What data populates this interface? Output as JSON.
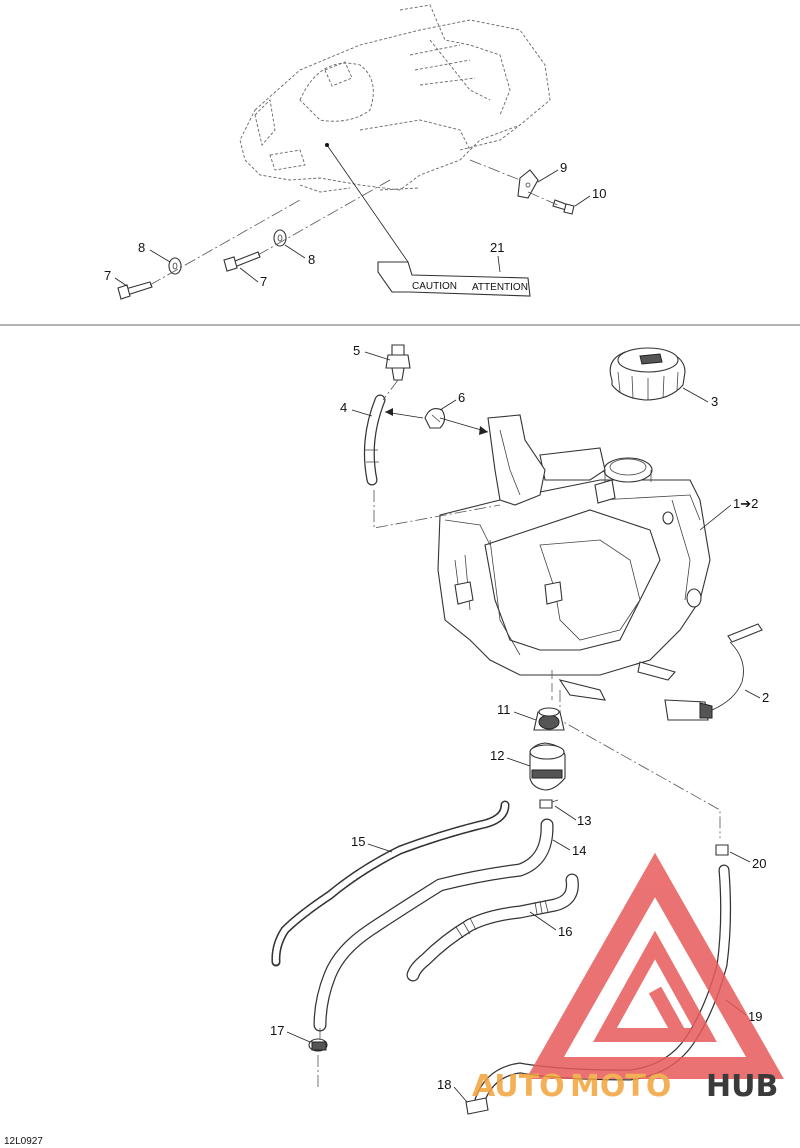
{
  "diagram": {
    "code": "12L0927",
    "callouts": {
      "c1": "1➔2",
      "c2": "2",
      "c3": "3",
      "c4": "4",
      "c5": "5",
      "c6": "6",
      "c7a": "7",
      "c7b": "7",
      "c8a": "8",
      "c8b": "8",
      "c9": "9",
      "c10": "10",
      "c11": "11",
      "c12": "12",
      "c13": "13",
      "c14": "14",
      "c15": "15",
      "c16": "16",
      "c17": "17",
      "c18": "18",
      "c19": "19",
      "c20": "20",
      "c21": "21"
    },
    "decal": {
      "caution": "CAUTION",
      "attention": "ATTENTION"
    },
    "watermark": {
      "auto": "AUTO",
      "moto": "MOTO",
      "hub": "HUB"
    },
    "colors": {
      "watermark_red": "#e85a5a",
      "watermark_orange": "#f2a33a",
      "watermark_dark": "#1a1a1a"
    }
  }
}
